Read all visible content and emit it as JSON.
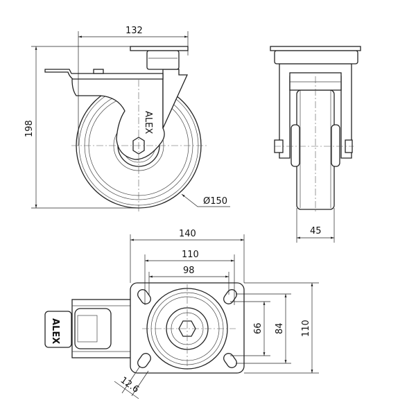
{
  "drawing": {
    "brand_logo": "ALEX",
    "front_view": {
      "swivel_offset": "132",
      "overall_height": "198",
      "wheel_diameter": "Ø150"
    },
    "side_view": {
      "wheel_width": "45"
    },
    "top_view": {
      "plate_length": "140",
      "hole_spacing_x_outer": "110",
      "hole_spacing_x_inner": "98",
      "hole_spacing_y_inner": "66",
      "hole_spacing_y_outer": "84",
      "plate_width": "110",
      "slot_width": "12.6"
    }
  }
}
